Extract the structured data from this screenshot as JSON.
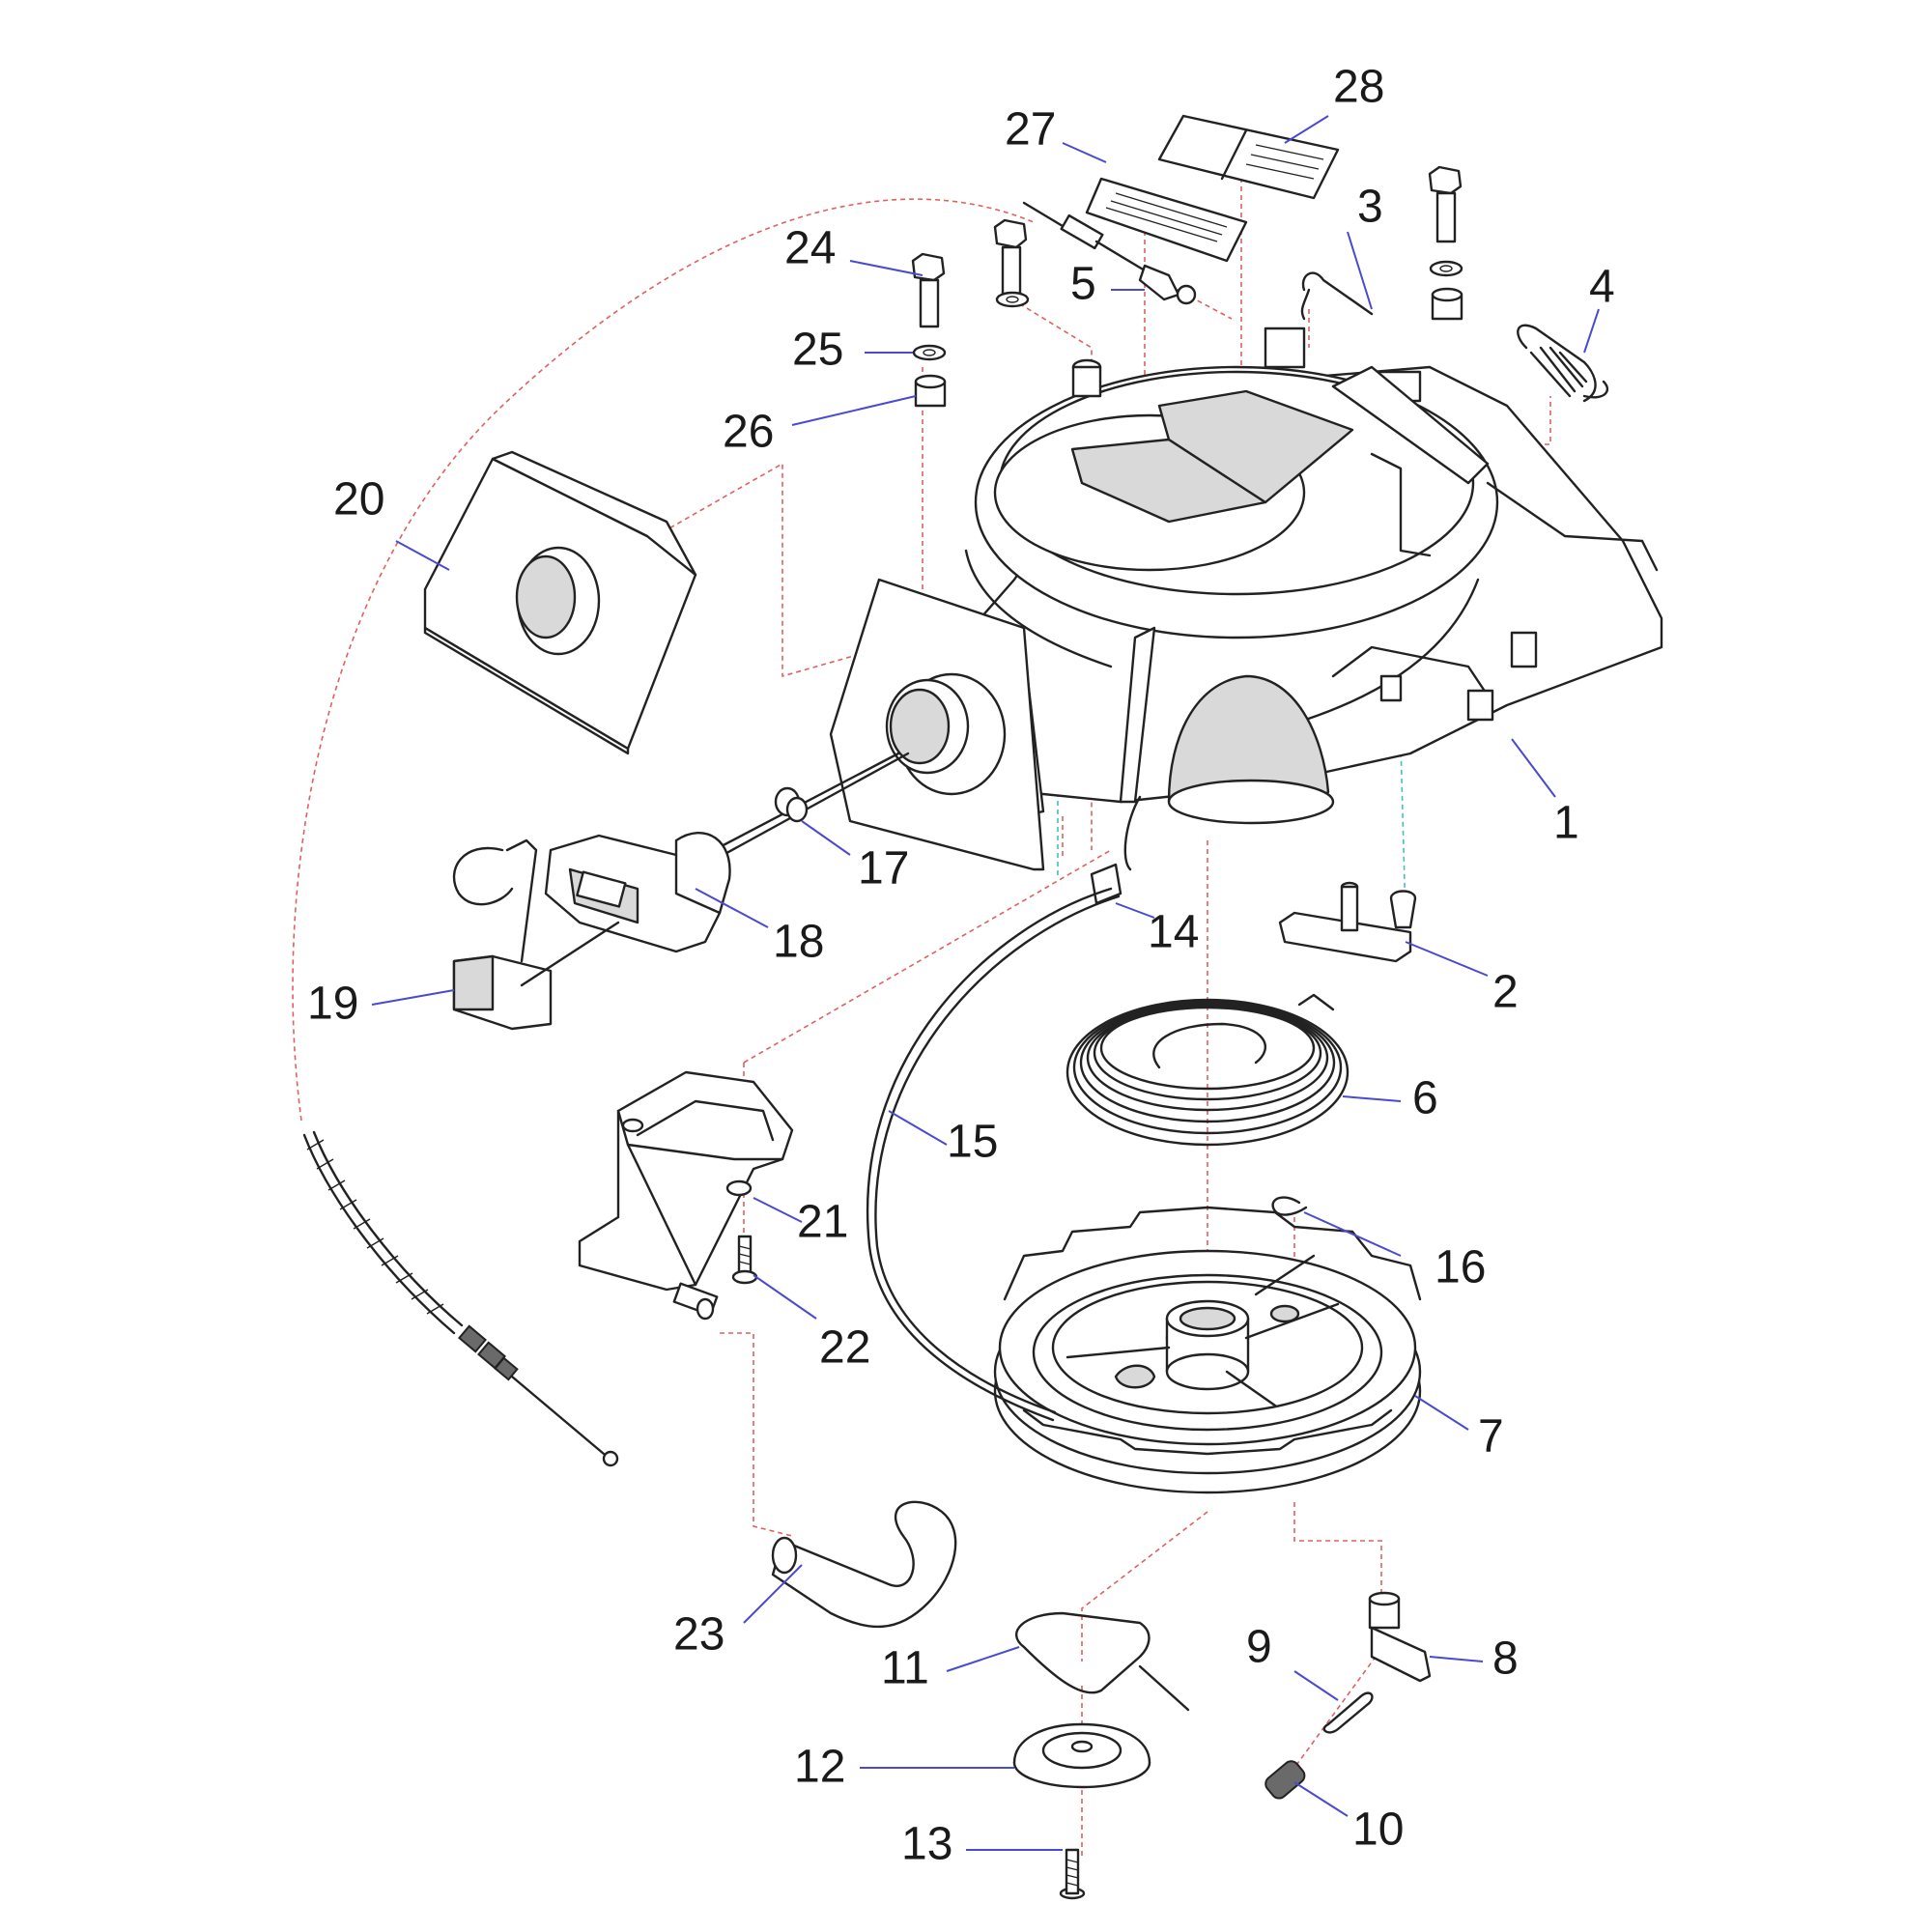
{
  "parts": [
    {
      "id": "1",
      "label": "1"
    },
    {
      "id": "2",
      "label": "2"
    },
    {
      "id": "3",
      "label": "3"
    },
    {
      "id": "4",
      "label": "4"
    },
    {
      "id": "5",
      "label": "5"
    },
    {
      "id": "6",
      "label": "6"
    },
    {
      "id": "7",
      "label": "7"
    },
    {
      "id": "8",
      "label": "8"
    },
    {
      "id": "9",
      "label": "9"
    },
    {
      "id": "10",
      "label": "10"
    },
    {
      "id": "11",
      "label": "11"
    },
    {
      "id": "12",
      "label": "12"
    },
    {
      "id": "13",
      "label": "13"
    },
    {
      "id": "14",
      "label": "14"
    },
    {
      "id": "15",
      "label": "15"
    },
    {
      "id": "16",
      "label": "16"
    },
    {
      "id": "17",
      "label": "17"
    },
    {
      "id": "18",
      "label": "18"
    },
    {
      "id": "19",
      "label": "19"
    },
    {
      "id": "20",
      "label": "20"
    },
    {
      "id": "21",
      "label": "21"
    },
    {
      "id": "22",
      "label": "22"
    },
    {
      "id": "23",
      "label": "23"
    },
    {
      "id": "24",
      "label": "24"
    },
    {
      "id": "25",
      "label": "25"
    },
    {
      "id": "26",
      "label": "26"
    },
    {
      "id": "27",
      "label": "27"
    },
    {
      "id": "28",
      "label": "28"
    }
  ],
  "colors": {
    "leader": "#4a4ad0",
    "assembly_line": "#e06060",
    "alignment_line": "#40c0c0",
    "outline": "#222222"
  }
}
